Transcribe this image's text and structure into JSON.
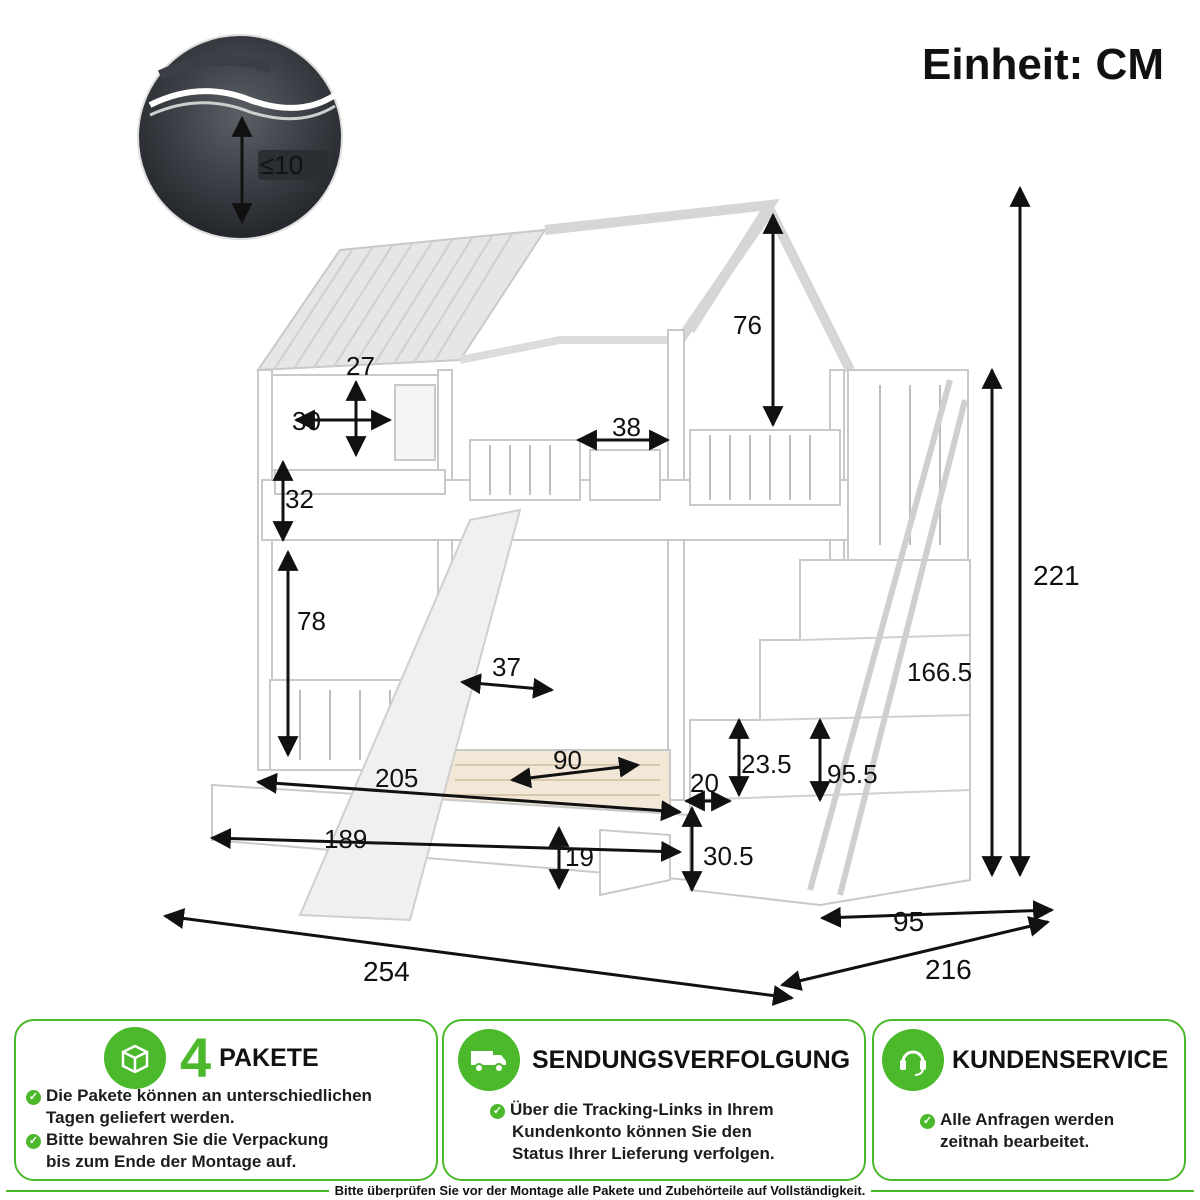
{
  "unit_title": "Einheit: CM",
  "dimensions": {
    "mattress_thickness": "≤10",
    "roof_height": "76",
    "window_width": "27",
    "window_height": "30",
    "rail_gap": "38",
    "upper_rail_height": "32",
    "lower_clearance": "78",
    "slide_width": "37",
    "stair_step_height": "166.5",
    "bed_length": "205",
    "inner_width": "90",
    "step_depth": "20",
    "step_height": "23.5",
    "stair_height": "95.5",
    "drawer_length": "189",
    "drawer_height": "19",
    "drawer_step_height": "30.5",
    "total_height": "221",
    "stair_depth": "95",
    "total_length": "254",
    "total_depth": "216"
  },
  "panels": [
    {
      "number": "4",
      "title": "PAKETE",
      "icon": "package-icon",
      "lines": [
        "Die Pakete können an unterschiedlichen",
        "Tagen geliefert werden.",
        "Bitte bewahren Sie die Verpackung",
        "bis zum Ende der Montage auf."
      ]
    },
    {
      "title": "SENDUNGSVERFOLGUNG",
      "icon": "delivery-truck-icon",
      "lines": [
        "Über die Tracking-Links in Ihrem",
        "Kundenkonto können Sie den",
        "Status Ihrer Lieferung verfolgen."
      ]
    },
    {
      "title": "KUNDENSERVICE",
      "icon": "headset-icon",
      "lines": [
        "Alle Anfragen werden",
        "zeitnah bearbeitet."
      ]
    }
  ],
  "footnote": "Bitte überprüfen Sie vor der Montage alle Pakete und Zubehörteile auf Vollständigkeit.",
  "colors": {
    "accent": "#4cb82c",
    "text": "#111111",
    "furniture": "#ffffff"
  }
}
